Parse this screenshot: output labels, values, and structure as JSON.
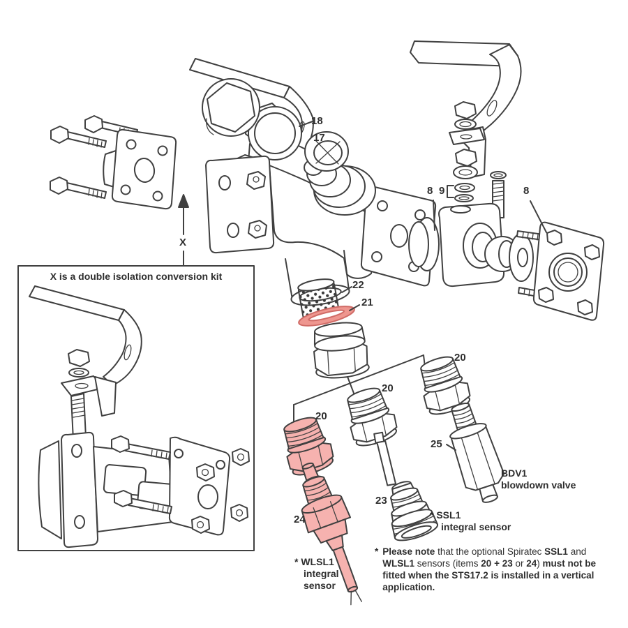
{
  "colors": {
    "line": "#404040",
    "text": "#2e2e2e",
    "highlight": "#f6b2af",
    "highlight_deep": "#ee968f",
    "highlight_stroke": "#d06b66",
    "background": "#ffffff"
  },
  "part_labels": {
    "n18": "18",
    "n17": "17",
    "n8_left": "8",
    "n9": "9",
    "n8_right": "8",
    "x_marker": "X",
    "n22": "22",
    "n21": "21",
    "n20_right": "20",
    "n20_middle": "20",
    "n20_left": "20",
    "n25": "25",
    "n23": "23",
    "n24": "24"
  },
  "inset": {
    "title": "X is a double isolation conversion kit"
  },
  "captions": {
    "bdv1_line1": "BDV1",
    "bdv1_line2": "blowdown valve",
    "ssl1_line1": "* SSL1",
    "ssl1_line2": "integral sensor",
    "wlsl1_line1": "* WLSL1",
    "wlsl1_line2": "integral",
    "wlsl1_line3": "sensor"
  },
  "note": {
    "marker": "*",
    "segments": [
      {
        "text": "Please note",
        "bold": true
      },
      {
        "text": " that the optional Spiratec ",
        "bold": false
      },
      {
        "text": "SSL1",
        "bold": true
      },
      {
        "text": " and ",
        "bold": false
      },
      {
        "text": "WLSL1",
        "bold": true
      },
      {
        "text": " sensors (items ",
        "bold": false
      },
      {
        "text": "20 + 23",
        "bold": true
      },
      {
        "text": " or ",
        "bold": false
      },
      {
        "text": "24",
        "bold": true
      },
      {
        "text": ") ",
        "bold": false
      },
      {
        "text": "must not be fitted when the STS17.2 is installed in a vertical application.",
        "bold": true
      }
    ]
  }
}
